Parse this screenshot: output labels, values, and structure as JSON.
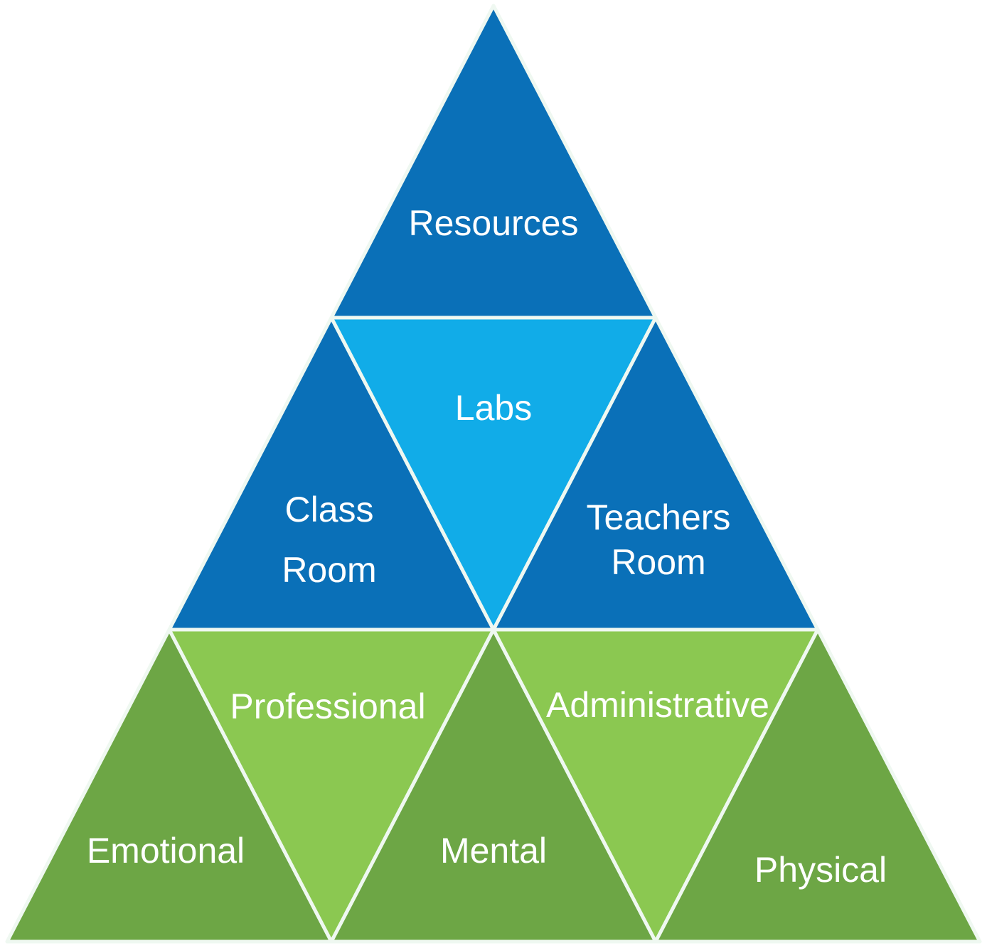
{
  "colors": {
    "dark_blue": "#0A70B8",
    "light_blue": "#11ACE8",
    "dark_green": "#6DA645",
    "light_green": "#8BC851",
    "separator_line": "#EFF8F1",
    "label_text": "#FFFFFF",
    "background": "#FFFFFF"
  },
  "pyramid": {
    "levels": [
      {
        "position": "top",
        "cells": [
          {
            "lines": [
              "Resources"
            ],
            "shade": "dark_blue",
            "orientation": "up"
          }
        ]
      },
      {
        "position": "middle",
        "cells": [
          {
            "lines": [
              "Class",
              "Room"
            ],
            "shade": "dark_blue",
            "orientation": "up"
          },
          {
            "lines": [
              "Labs"
            ],
            "shade": "light_blue",
            "orientation": "down"
          },
          {
            "lines": [
              "Teachers",
              "Room"
            ],
            "shade": "dark_blue",
            "orientation": "up"
          }
        ]
      },
      {
        "position": "bottom",
        "cells": [
          {
            "lines": [
              "Emotional"
            ],
            "shade": "dark_green",
            "orientation": "up"
          },
          {
            "lines": [
              "Professional"
            ],
            "shade": "light_green",
            "orientation": "down"
          },
          {
            "lines": [
              "Mental"
            ],
            "shade": "dark_green",
            "orientation": "up"
          },
          {
            "lines": [
              "Administrative"
            ],
            "shade": "light_green",
            "orientation": "down"
          },
          {
            "lines": [
              "Physical"
            ],
            "shade": "dark_green",
            "orientation": "up"
          }
        ]
      }
    ]
  }
}
